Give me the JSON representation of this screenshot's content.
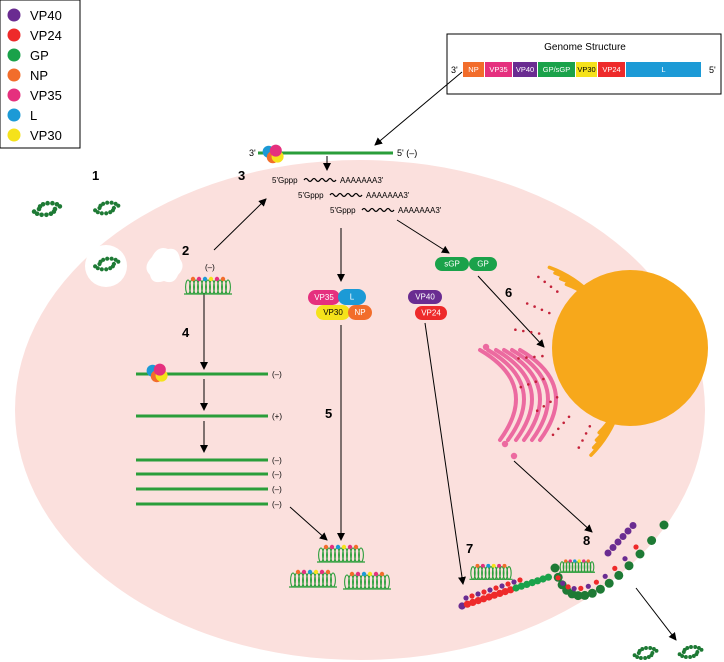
{
  "colors": {
    "cell": "#fbe0dd",
    "rna": "#2a9e3a",
    "VP40": "#6a2c91",
    "VP24": "#ee2a2a",
    "GP": "#1aa24a",
    "NP": "#f26d2b",
    "VP35": "#e5307e",
    "L": "#1c9ad6",
    "VP30": "#f5e21b",
    "nucleus": "#f7a81b",
    "er": "#f7a81b",
    "golgi": "#ec6aa0",
    "virion": "#1e7a35"
  },
  "legend": [
    {
      "label": "VP40",
      "color_key": "VP40"
    },
    {
      "label": "VP24",
      "color_key": "VP24"
    },
    {
      "label": "GP",
      "color_key": "GP"
    },
    {
      "label": "NP",
      "color_key": "NP"
    },
    {
      "label": "VP35",
      "color_key": "VP35"
    },
    {
      "label": "L",
      "color_key": "L"
    },
    {
      "label": "VP30",
      "color_key": "VP30"
    }
  ],
  "genome": {
    "title": "Genome Structure",
    "end3": "3'",
    "end5": "5'",
    "segments": [
      {
        "label": "NP",
        "color_key": "NP"
      },
      {
        "label": "VP35",
        "color_key": "VP35"
      },
      {
        "label": "VP40",
        "color_key": "VP40"
      },
      {
        "label": "GP/sGP",
        "color_key": "GP"
      },
      {
        "label": "VP30",
        "color_key": "VP30"
      },
      {
        "label": "VP24",
        "color_key": "VP24"
      },
      {
        "label": "L",
        "color_key": "L"
      }
    ]
  },
  "steps": [
    "1",
    "2",
    "3",
    "4",
    "5",
    "6",
    "7",
    "8"
  ],
  "template": {
    "end3": "3'",
    "end5": "5' (–)"
  },
  "mrna": {
    "cap": "5'Gppp",
    "tail": "AAAAAAA3'"
  },
  "minus_label": "(–)",
  "replication": [
    "(–)",
    "(+)",
    "(–)",
    "(–)",
    "(–)",
    "(–)"
  ],
  "proteins": {
    "vp35": "VP35",
    "l": "L",
    "vp30": "VP30",
    "np": "NP",
    "vp40": "VP40",
    "vp24": "VP24",
    "sgp": "sGP",
    "gp": "GP"
  }
}
